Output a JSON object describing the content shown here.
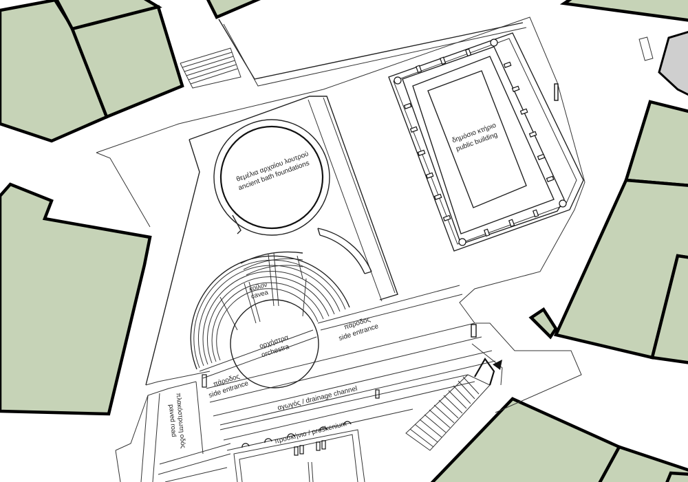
{
  "colors": {
    "building_fill": "#c6d3b7",
    "building_stroke": "#000000",
    "line": "#333333",
    "background": "#ffffff"
  },
  "labels": {
    "public_building_el": "δημόσιο κτήριο",
    "public_building_en": "public building",
    "bath_el": "θεμέλια αρχαίου λουτρού",
    "bath_en": "ancient bath foundations",
    "cavea_el": "κοίλον",
    "cavea_en": "cavea",
    "orchestra_el": "ορχήστρα",
    "orchestra_en": "orchestra",
    "parodos_right_el": "πάροδος",
    "parodos_right_en": "side entrance",
    "parodos_left_el": "πάροδος",
    "parodos_left_en": "side entrance",
    "drainage": "αγωγός / drainage channel",
    "proskenium": "προσκήνιο / proskenium",
    "paved_road_el": "πλακόστρωτη οδός",
    "paved_road_en": "paved road"
  },
  "icons": {
    "entrance_marker": "triangle-marker-icon"
  }
}
